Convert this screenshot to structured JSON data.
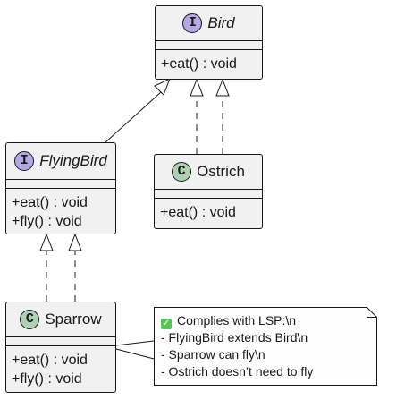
{
  "classes": {
    "bird": {
      "stereotype": "I",
      "name": "Bird",
      "methods": [
        "+eat() : void"
      ]
    },
    "flying_bird": {
      "stereotype": "I",
      "name": "FlyingBird",
      "methods": [
        "+eat() : void",
        "+fly() : void"
      ]
    },
    "ostrich": {
      "stereotype": "C",
      "name": "Ostrich",
      "methods": [
        "+eat() : void"
      ]
    },
    "sparrow": {
      "stereotype": "C",
      "name": "Sparrow",
      "methods": [
        "+eat() : void",
        "+fly() : void"
      ]
    }
  },
  "note": {
    "lines": [
      "Complies with LSP:\\n",
      "- FlyingBird extends Bird\\n",
      "- Sparrow can fly\\n",
      "- Ostrich doesn’t need to fly"
    ]
  },
  "colors": {
    "interface_badge": "#b4a7e5",
    "class_badge": "#add1b2",
    "box_fill": "#f1f1f1",
    "note_fill": "#fefefe",
    "check_icon": "#5ac25a"
  },
  "icons": {
    "note_check": "check-mark-icon"
  }
}
